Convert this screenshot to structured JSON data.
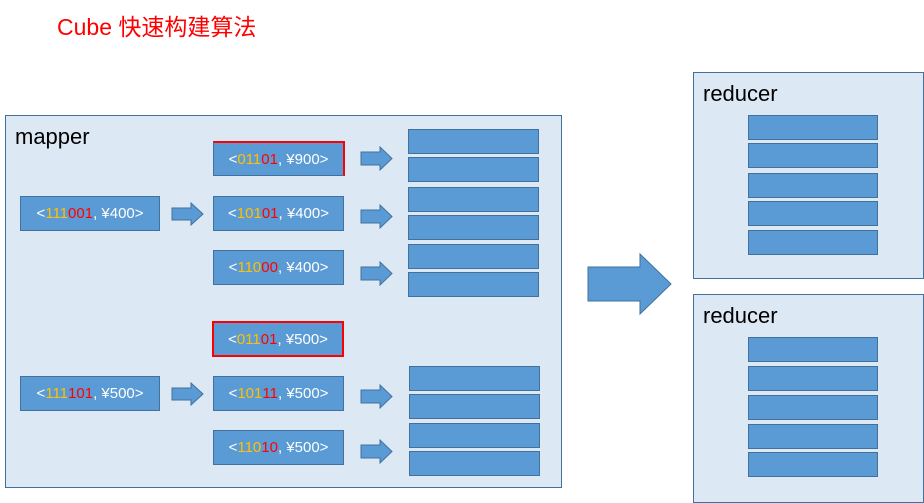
{
  "title": "Cube 快速构建算法",
  "colors": {
    "title": "#ff0000",
    "panel_bg": "#dde8f5",
    "box_fill": "#5b9bd5",
    "box_border": "#41719c",
    "dim_yellow": "#ffc000",
    "dim_red": "#ff0000",
    "highlight_border": "#ff0000"
  },
  "mapper": {
    "label": "mapper",
    "groups": [
      {
        "input": {
          "prefix": "<",
          "yellow": "111",
          "red": "001",
          "suffix": ", ¥400>"
        },
        "outputs": [
          {
            "prefix": "<",
            "yellow": "011",
            "red": "01",
            "suffix": ", ¥900>",
            "highlighted": true
          },
          {
            "prefix": "<",
            "yellow": "101",
            "red": "01",
            "suffix": ", ¥400>"
          },
          {
            "prefix": "<",
            "yellow": "110",
            "red": "00",
            "suffix": ", ¥400>"
          }
        ]
      },
      {
        "input": {
          "prefix": "<",
          "yellow": "111",
          "red": "101",
          "suffix": ", ¥500>"
        },
        "outputs": [
          {
            "prefix": "<",
            "yellow": "011",
            "red": "01",
            "suffix": ", ¥500>",
            "highlighted": true
          },
          {
            "prefix": "<",
            "yellow": "101",
            "red": "11",
            "suffix": ", ¥500>"
          },
          {
            "prefix": "<",
            "yellow": "110",
            "red": "10",
            "suffix": ", ¥500>"
          }
        ]
      }
    ]
  },
  "reducers": [
    {
      "label": "reducer",
      "bar_count": 5
    },
    {
      "label": "reducer",
      "bar_count": 5
    }
  ]
}
